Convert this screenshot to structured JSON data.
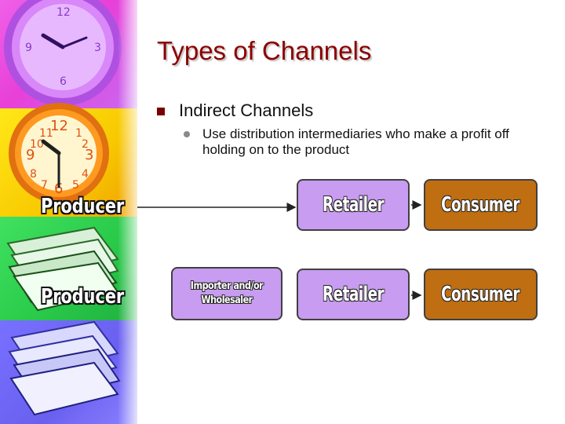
{
  "slide": {
    "title": "Types of Channels",
    "bullet": "Indirect Channels",
    "sub_bullet": "Use distribution intermediaries who make a profit off holding on to the product"
  },
  "diagram": {
    "row1": {
      "source": "Producer",
      "step1": "Retailer",
      "step2": "Consumer"
    },
    "row2": {
      "source": "Producer",
      "step1": "Importer and/or Wholesaler",
      "step2": "Retailer",
      "step3": "Consumer"
    }
  },
  "colors": {
    "title": "#8b0000",
    "intermediary_box": "#c89cf0",
    "consumer_box": "#c06e12"
  },
  "icons": [
    "clock-icon",
    "wall-clock-icon",
    "paper-stack-icon",
    "paper-stack-icon"
  ]
}
